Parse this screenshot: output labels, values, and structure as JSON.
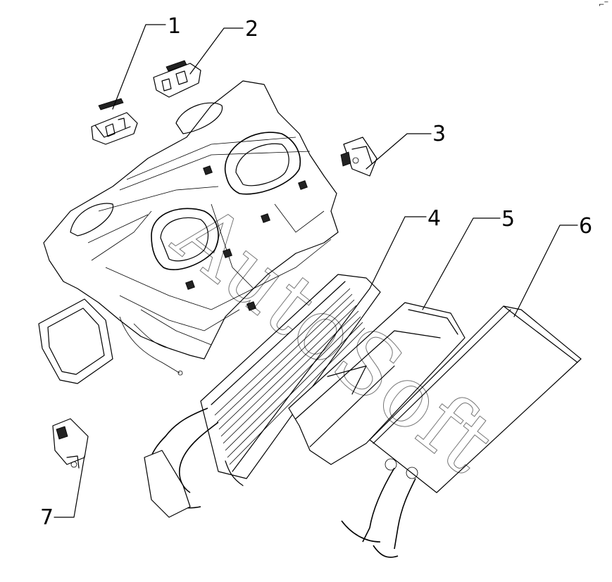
{
  "callouts": [
    {
      "id": 1,
      "label": "1"
    },
    {
      "id": 2,
      "label": "2"
    },
    {
      "id": 3,
      "label": "3"
    },
    {
      "id": 4,
      "label": "4"
    },
    {
      "id": 5,
      "label": "5"
    },
    {
      "id": 6,
      "label": "6"
    },
    {
      "id": 7,
      "label": "7"
    }
  ],
  "watermark": "AutoSoft",
  "corner_mark": "⌐‾"
}
